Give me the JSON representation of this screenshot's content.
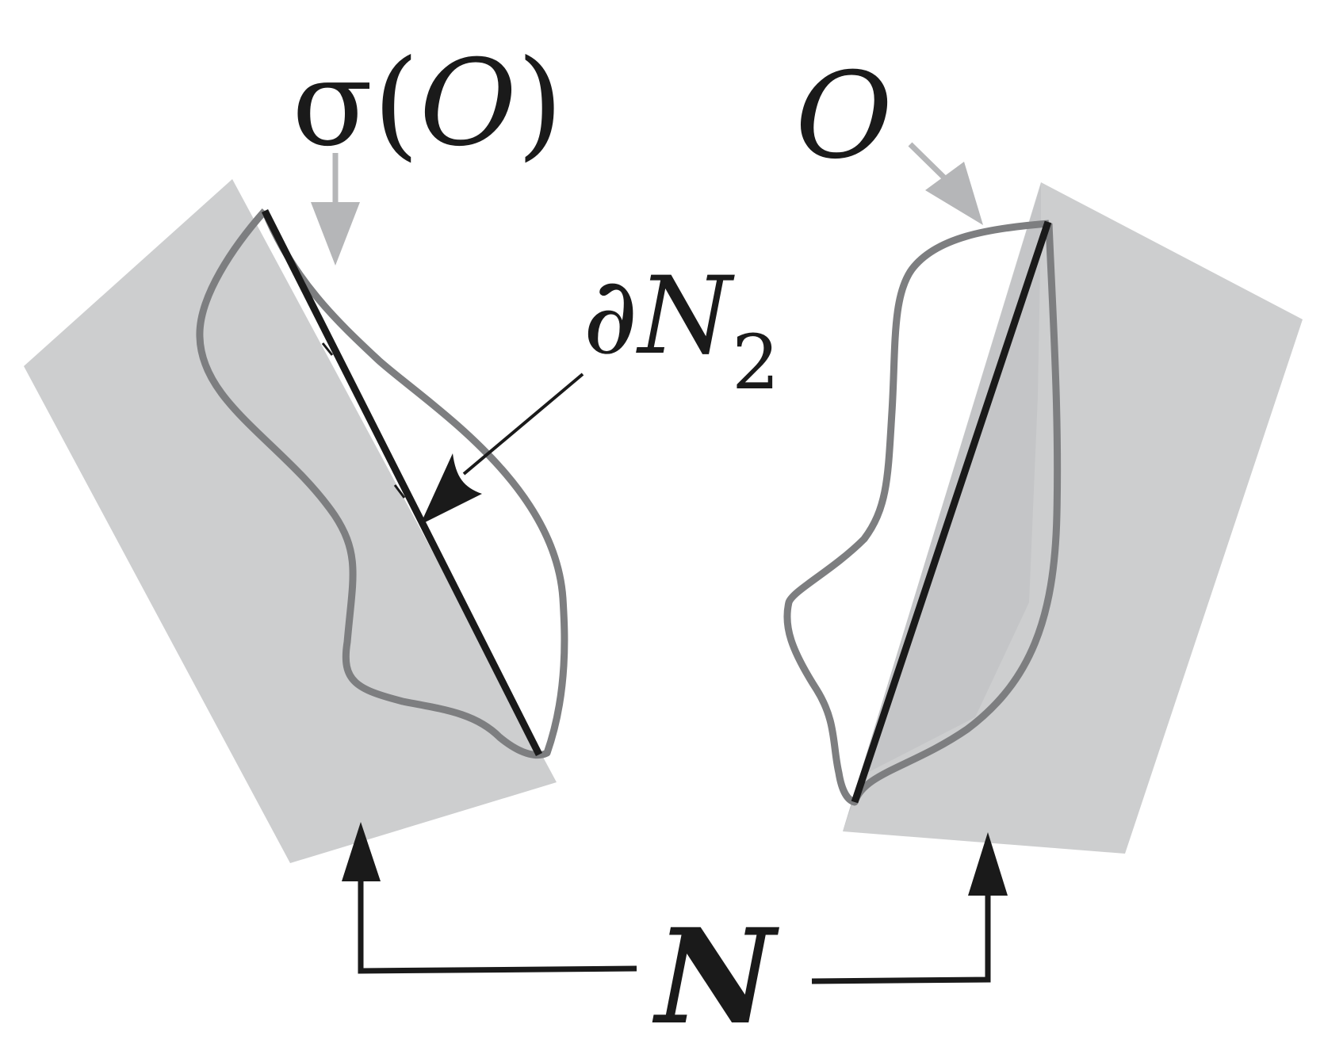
{
  "labels": {
    "sigma_prefix": "σ(",
    "sigma_O": "O",
    "sigma_suffix": ")",
    "O": "O",
    "partial": "∂",
    "partial_N": "N",
    "partial_sub": "2",
    "N": "N"
  },
  "colors": {
    "shaded_region": "#cdcecf",
    "shaded_dark": "#bdbfc1",
    "curve": "#7d7e80",
    "segment": "#1a1a1a",
    "gray_arrow": "#b5b6b8",
    "black_arrow": "#1a1a1a"
  }
}
